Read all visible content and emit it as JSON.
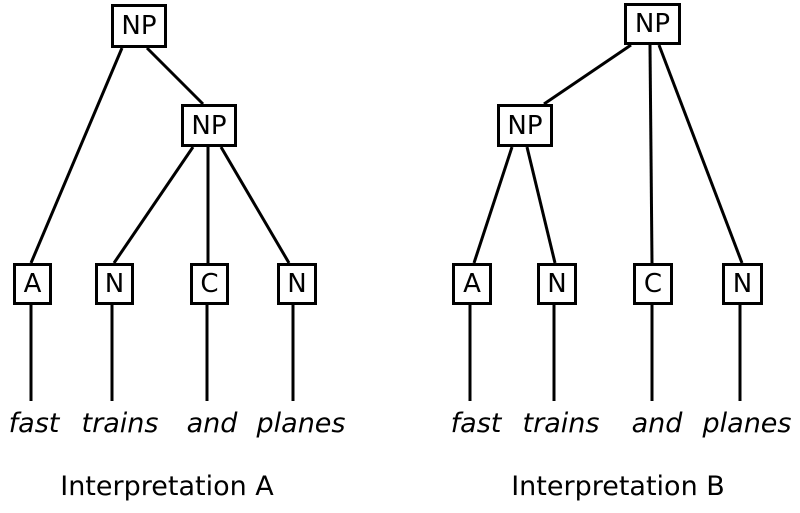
{
  "colors": {
    "background": "#ffffff",
    "line": "#000000",
    "text": "#000000"
  },
  "phrase": "fast trains and planes",
  "trees": [
    {
      "caption": "Interpretation A",
      "nodes": {
        "root": "NP",
        "inner": "NP",
        "leaves": [
          "A",
          "N",
          "C",
          "N"
        ]
      },
      "words": [
        "fast",
        "trains",
        "and",
        "planes"
      ],
      "structure": "root NP dominates A and inner NP; inner NP dominates N, C, N"
    },
    {
      "caption": "Interpretation B",
      "nodes": {
        "root": "NP",
        "inner": "NP",
        "leaves": [
          "A",
          "N",
          "C",
          "N"
        ]
      },
      "words": [
        "fast",
        "trains",
        "and",
        "planes"
      ],
      "structure": "root NP dominates inner NP, C and N; inner NP dominates A, N"
    }
  ]
}
